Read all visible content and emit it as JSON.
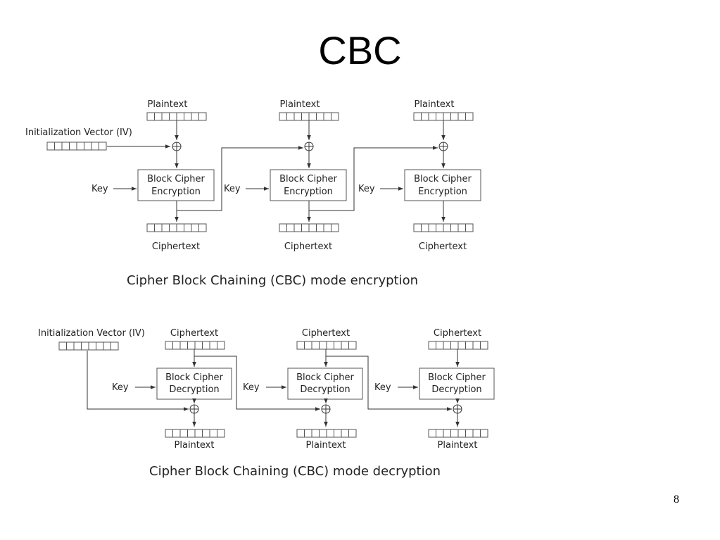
{
  "slide": {
    "title": "CBC",
    "page_number": "8"
  },
  "encryption": {
    "iv_label": "Initialization Vector (IV)",
    "key_label": "Key",
    "input_label": "Plaintext",
    "output_label": "Ciphertext",
    "block_label_line1": "Block Cipher",
    "block_label_line2": "Encryption",
    "caption": "Cipher Block Chaining (CBC) mode encryption"
  },
  "decryption": {
    "iv_label": "Initialization Vector (IV)",
    "key_label": "Key",
    "input_label": "Ciphertext",
    "output_label": "Plaintext",
    "block_label_line1": "Block Cipher",
    "block_label_line2": "Decryption",
    "caption": "Cipher Block Chaining (CBC) mode decryption"
  }
}
